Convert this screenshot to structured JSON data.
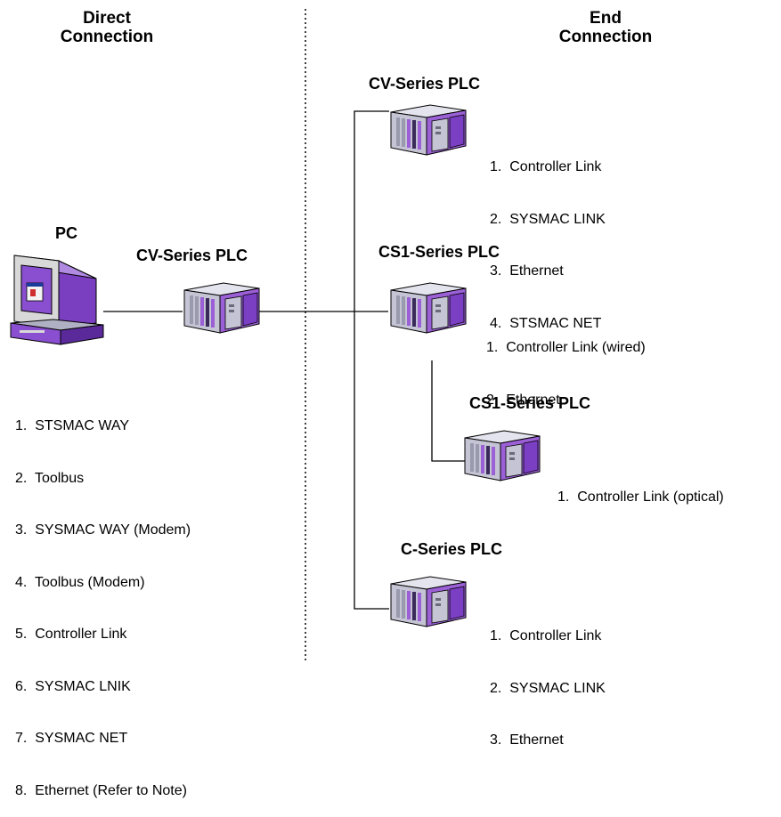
{
  "headers": {
    "direct": [
      "Direct",
      "Connection"
    ],
    "end": [
      "End",
      "Connection"
    ]
  },
  "pc": {
    "label": "PC",
    "items": [
      "1.  STSMAC WAY",
      "2.  Toolbus",
      "3.  SYSMAC WAY (Modem)",
      "4.  Toolbus (Modem)",
      "5.  Controller Link",
      "6.  SYSMAC LNIK",
      "7.  SYSMAC NET",
      "8.  Ethernet (Refer to Note)"
    ]
  },
  "direct_plc": {
    "label": "CV-Series PLC"
  },
  "end_nodes": [
    {
      "label": "CV-Series PLC",
      "items": [
        "1.  Controller Link",
        "2.  SYSMAC LINK",
        "3.  Ethernet",
        "4.  STSMAC NET"
      ]
    },
    {
      "label": "CS1-Series PLC",
      "items": [
        "1.  Controller Link (wired)",
        "2.  Ethernet"
      ]
    },
    {
      "label": "CS1-Series PLC",
      "items": [
        "1.  Controller Link (optical)"
      ]
    },
    {
      "label": "C-Series PLC",
      "items": [
        "1.  Controller Link",
        "2.  SYSMAC LINK",
        "3.  Ethernet"
      ]
    }
  ],
  "colors": {
    "plc_face": "#c4c4d4",
    "plc_purple": "#9b5fd6",
    "plc_dark": "#3a2a5a",
    "monitor_purple": "#8a4fd0"
  },
  "icons": [
    "pc-icon",
    "plc-icon"
  ]
}
